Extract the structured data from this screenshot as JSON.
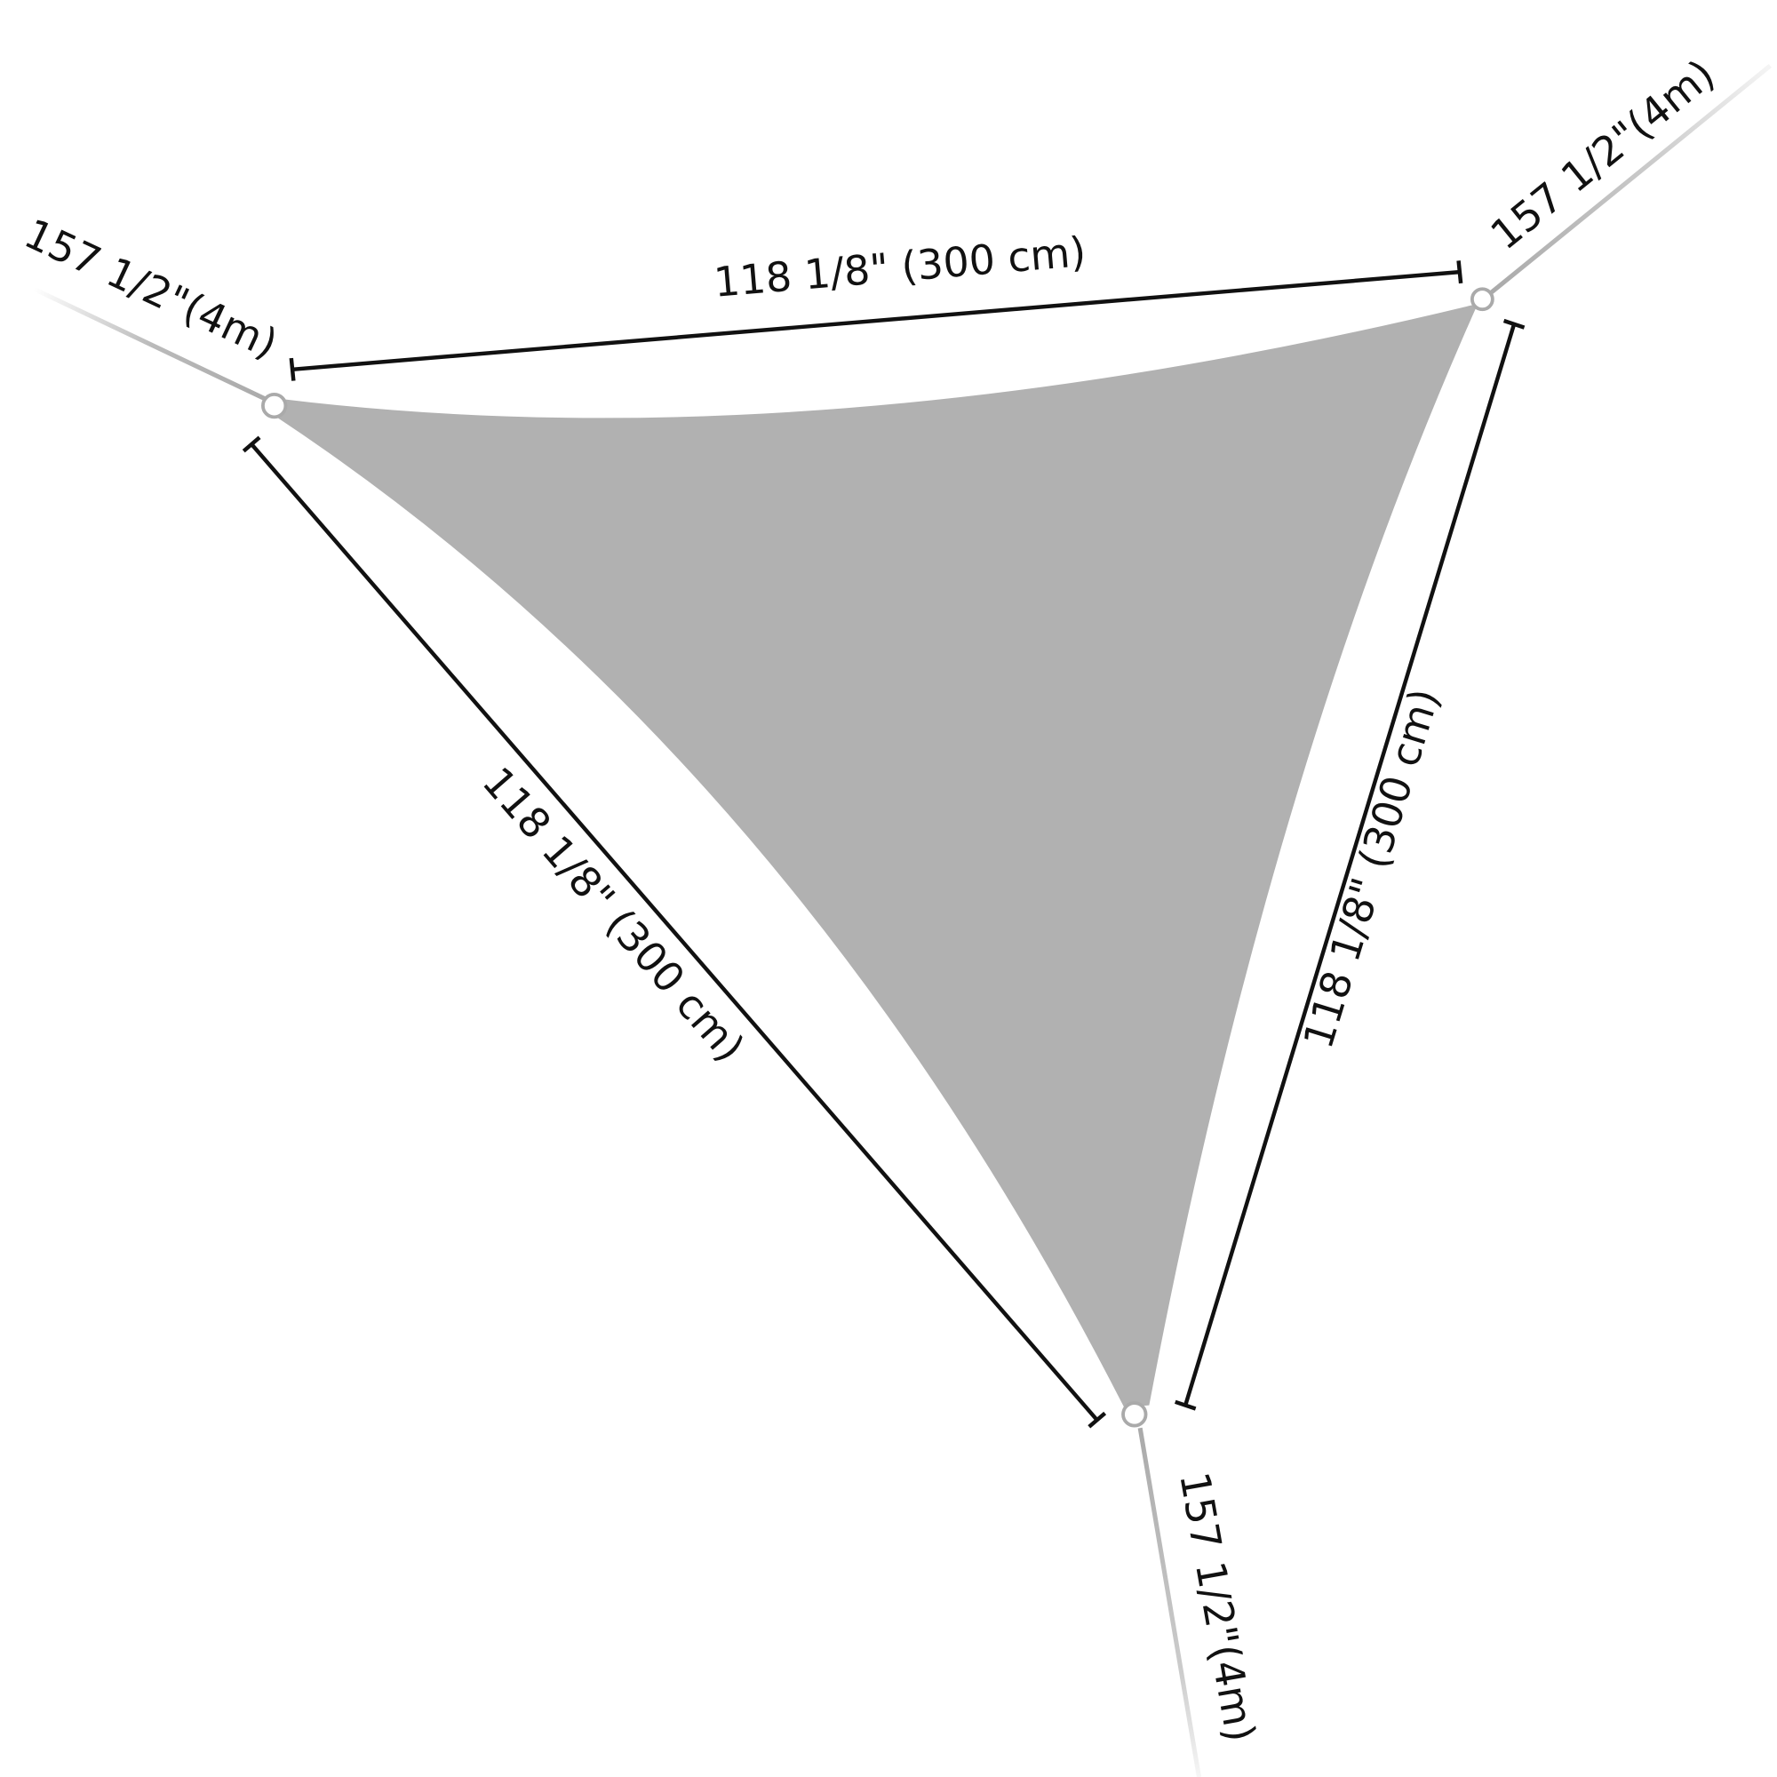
{
  "diagram": {
    "side_labels": {
      "top": "118 1/8\" (300 cm)",
      "left": "118 1/8\" (300 cm)",
      "right": "118 1/8\" (300 cm)"
    },
    "rope_labels": {
      "left": "157 1/2\"(4m)",
      "top_right": "157 1/2\"(4m)",
      "bottom": "157 1/2\"(4m)"
    },
    "colors": {
      "sail": "#b1b1b1",
      "dimension_line": "#111111",
      "rope": "#b5b5b5"
    }
  }
}
